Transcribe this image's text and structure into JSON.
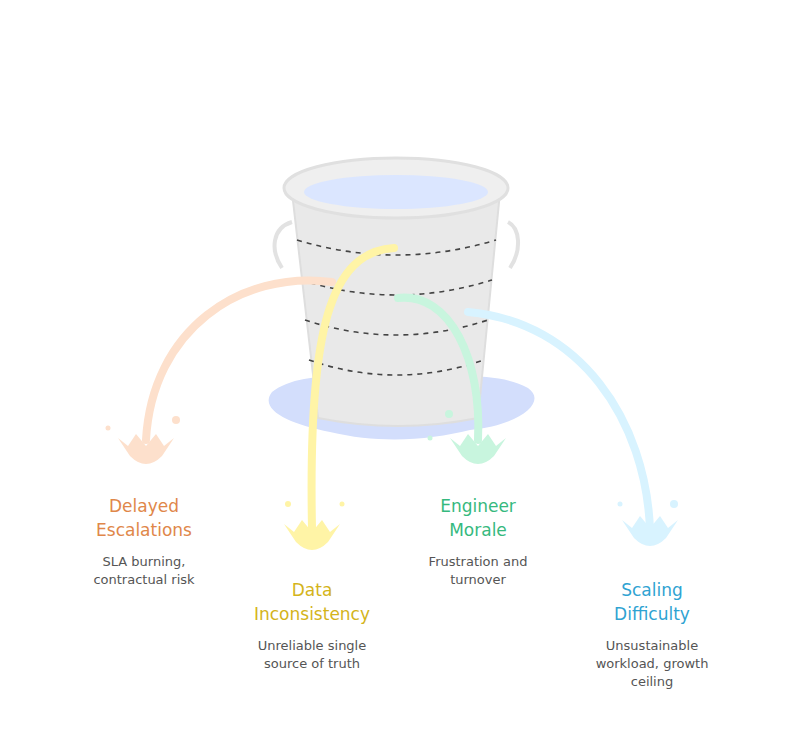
{
  "diagram": {
    "labels": [
      "Delayed Escalations",
      "SLA burning, contractual risk",
      "Data Inconsistency",
      "Unreliable single source of truth",
      "Engineer Morale",
      "Frustration and turnover",
      "Scaling Difficulty",
      "Unsustainable workload, growth ceiling"
    ]
  }
}
